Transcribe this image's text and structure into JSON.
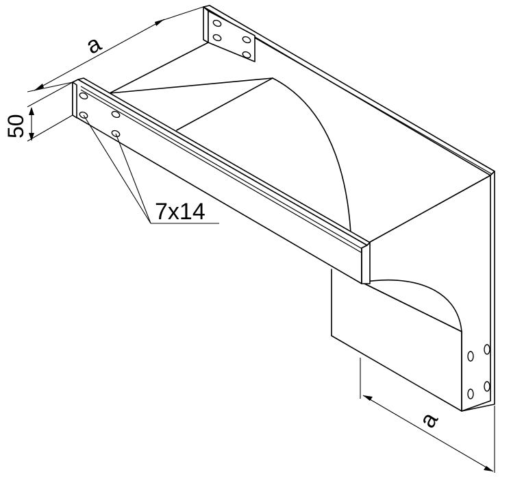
{
  "diagram": {
    "labels": {
      "width_top": "a",
      "width_bottom": "a",
      "height": "50",
      "slot_size": "7x14"
    },
    "colors": {
      "line": "#000000",
      "background": "#ffffff"
    }
  }
}
